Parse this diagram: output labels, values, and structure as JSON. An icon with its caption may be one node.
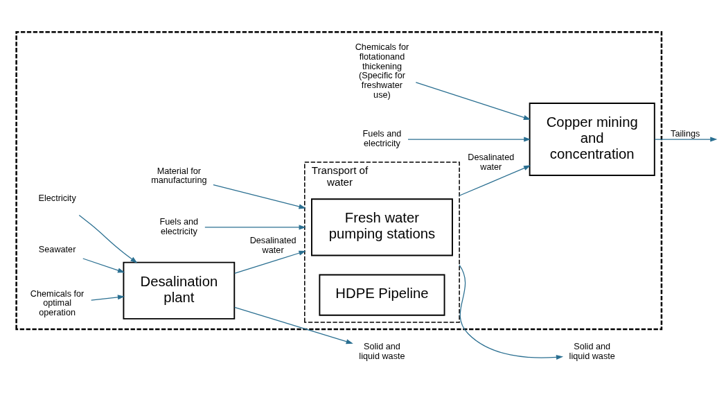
{
  "diagram": {
    "nodes": [
      {
        "text": [],
        "shape": "box"
      },
      {
        "text": [
          "Electricity"
        ],
        "in": 0
      },
      {
        "text": [
          "Seawater"
        ],
        "in": 0
      },
      {
        "text": [
          "Chemicals for optimal operation"
        ],
        "in": 0
      },
      {
        "text": [
          "Desalination plant"
        ],
        "in": 0
      },
      {
        "text": [
          "Material for manufacturing"
        ],
        "in": 0
      },
      {
        "text": [
          "Fuels and electricity"
        ],
        "in": 0
      },
      {
        "text": [
          "Transport of water"
        ],
        "in": 0
      },
      {
        "text": [
          "Fresh water pumping stations"
        ],
        "in": 7
      },
      {
        "text": [
          "HDPE Pipeline"
        ],
        "in": 7
      },
      {
        "text": [
          "Chemicals for flotationand thickening (Specific for freshwater use)"
        ],
        "in": 0
      },
      {
        "text": [
          "Fuels and electricity"
        ],
        "in": 0
      },
      {
        "text": [
          "Copper mining and concentration"
        ],
        "in": 0
      },
      {
        "text": [
          "Solid and liquid waste"
        ]
      },
      {
        "text": [
          "Solid and liquid waste"
        ]
      }
    ],
    "edges": [
      {
        "from": 1,
        "to": 4,
        "arrow": "to"
      },
      {
        "from": 2,
        "to": 4,
        "arrow": "to"
      },
      {
        "from": 3,
        "to": 4,
        "arrow": "to"
      },
      {
        "from": 4,
        "to": 7,
        "arrow": "to",
        "label": "Desalinated water"
      },
      {
        "from": 5,
        "to": 7,
        "arrow": "to"
      },
      {
        "from": 6,
        "to": 7,
        "arrow": "to"
      },
      {
        "from": 7,
        "to": 12,
        "arrow": "to",
        "label": "Desalinated water"
      },
      {
        "from": 10,
        "to": 12,
        "arrow": "to"
      },
      {
        "from": 11,
        "to": 12,
        "arrow": "to"
      },
      {
        "from": 12,
        "to": null,
        "arrow": "to",
        "label": "Tailings"
      },
      {
        "from": 4,
        "to": 13,
        "arrow": "to"
      },
      {
        "from": 7,
        "to": 14,
        "arrow": "to"
      }
    ]
  }
}
